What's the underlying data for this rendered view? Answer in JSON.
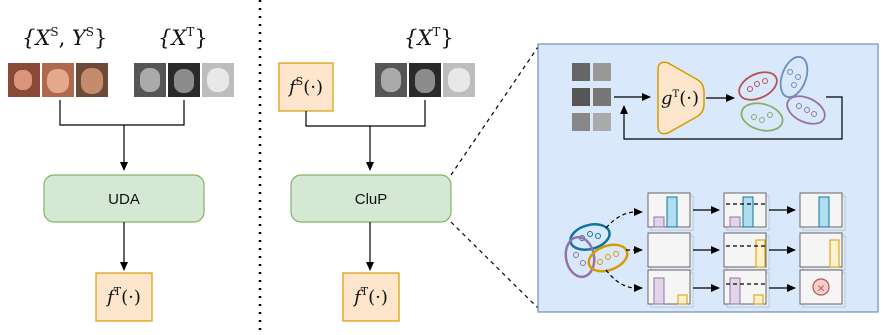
{
  "left": {
    "source_set": "{X^S, Y^S}",
    "target_set": "{X^T}",
    "method": "UDA",
    "output": "f^T(·)"
  },
  "middle": {
    "source_model": "f^S(·)",
    "target_set": "{X^T}",
    "method": "CluP",
    "output": "f^T(·)"
  },
  "right_panel": {
    "clustering_function": "g^T(·)",
    "discarded_marker": "⊗"
  },
  "colors": {
    "green_fill": "#d5e8d4",
    "green_stroke": "#82b366",
    "orange_fill": "#fee6cc",
    "orange_stroke": "#d79b00",
    "panel_fill": "#dae8fc",
    "panel_stroke": "#6c8ebf",
    "red": "#b85450",
    "blue": "#6c8ebf",
    "green": "#82b366",
    "purple": "#9673a6",
    "teal": "#10739e",
    "cyan_bar": "#b1ddf0",
    "pink_bar": "#e1d5e7",
    "yellow_bar": "#fff2cc"
  }
}
